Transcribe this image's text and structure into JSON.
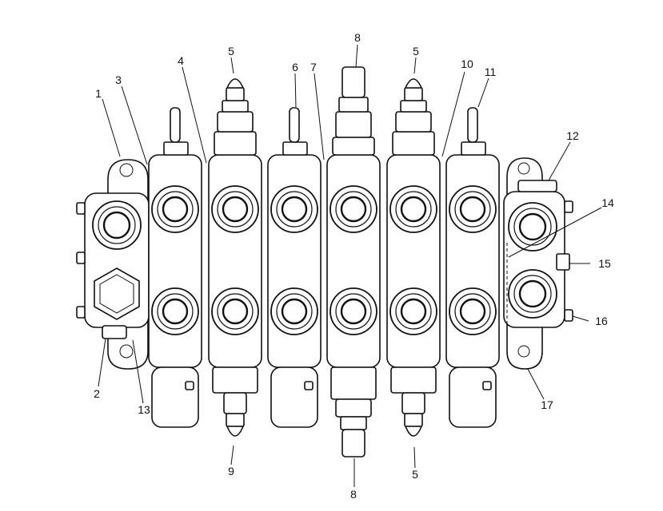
{
  "callouts": {
    "c1": "1",
    "c2": "2",
    "c3": "3",
    "c4": "4",
    "c5_top_left": "5",
    "c5_top_right": "5",
    "c5_bottom": "5",
    "c6": "6",
    "c7": "7",
    "c8_top": "8",
    "c8_bottom": "8",
    "c9": "9",
    "c10": "10",
    "c11": "11",
    "c12": "12",
    "c13": "13",
    "c14": "14",
    "c15": "15",
    "c16": "16",
    "c17": "17"
  }
}
